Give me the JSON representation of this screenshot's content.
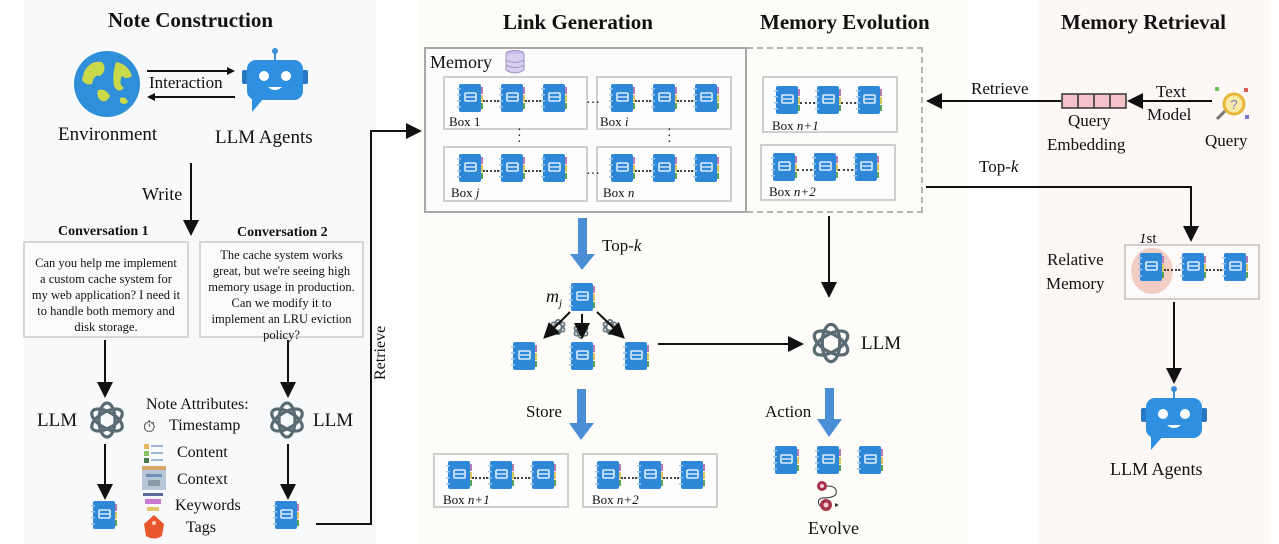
{
  "sections": {
    "note_construction": "Note Construction",
    "link_generation": "Link Generation",
    "memory_evolution": "Memory Evolution",
    "memory_retrieval": "Memory Retrieval"
  },
  "note_construction": {
    "environment_label": "Environment",
    "agents_label": "LLM Agents",
    "interaction_label": "Interaction",
    "write_label": "Write",
    "conversation1_title": "Conversation 1",
    "conversation1_text": "Can you help me implement a custom cache system for my web application? I need it to handle both memory and disk storage.",
    "conversation2_title": "Conversation 2",
    "conversation2_text": "The cache system works great, but we're seeing high memory usage in production. Can we modify it to implement an LRU eviction policy?",
    "llm_left": "LLM",
    "llm_right": "LLM",
    "attributes_title": "Note Attributes:",
    "attributes": [
      "Timestamp",
      "Content",
      "Context",
      "Keywords",
      "Tags"
    ],
    "retrieve_label": "Retrieve"
  },
  "link_generation": {
    "memory_label": "Memory",
    "boxes": [
      "Box 1",
      "Box i",
      "Box j",
      "Box n"
    ],
    "box_prefix": "Box",
    "box_vars": [
      "1",
      "i",
      "j",
      "n"
    ],
    "topk_label": "Top-",
    "topk_var": "k",
    "mj_label": "m",
    "mj_sub": "j",
    "store_label": "Store",
    "store_boxes": [
      "n+1",
      "n+2"
    ]
  },
  "memory_evolution": {
    "boxes": [
      "n+1",
      "n+2"
    ],
    "llm_label": "LLM",
    "action_label": "Action",
    "evolve_label": "Evolve"
  },
  "memory_retrieval": {
    "retrieve_label": "Retrieve",
    "query_embedding_label": "Query Embedding",
    "query_embedding_l1": "Query",
    "query_embedding_l2": "Embedding",
    "text_model_l1": "Text",
    "text_model_l2": "Model",
    "query_label": "Query",
    "topk_label": "Top-",
    "topk_var": "k",
    "first_label": "1",
    "first_suffix": "st",
    "relative_memory_l1": "Relative",
    "relative_memory_l2": "Memory",
    "agents_label": "LLM Agents"
  },
  "colors": {
    "note_blue": "#2f87d8",
    "arrow_blue": "#4a8fd6",
    "embedding_pink": "#f4c2c8",
    "band_left": "#f8fafc",
    "band_mid": "#fefdfa",
    "band_right": "#fdf8f7"
  }
}
